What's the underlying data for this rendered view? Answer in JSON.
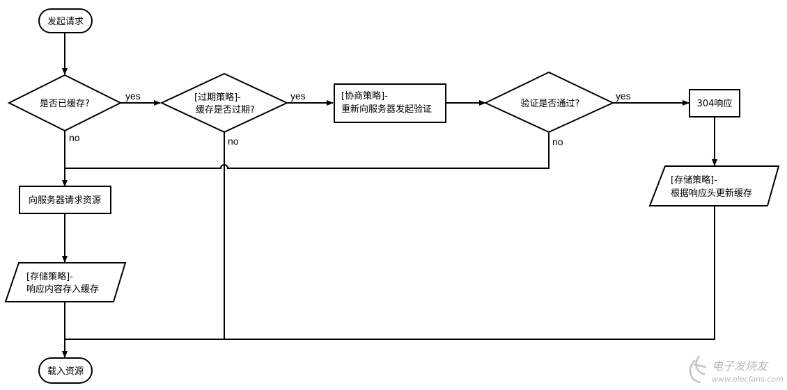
{
  "nodes": {
    "start": "发起请求",
    "is_cached": "是否已缓存?",
    "expire_1": "[过期策略]-",
    "expire_2": "缓存是否过期?",
    "negotiate_1": "[协商策略]-",
    "negotiate_2": "重新向服务器发起验证",
    "verify": "验证是否通过?",
    "resp_304": "304响应",
    "store_update_1": "[存储策略]-",
    "store_update_2": "根据响应头更新缓存",
    "request_resource": "向服务器请求资源",
    "store_resp_1": "[存储策略]-",
    "store_resp_2": "响应内容存入缓存",
    "load": "载入资源"
  },
  "edge_labels": {
    "yes": "yes",
    "no": "no"
  },
  "watermark": {
    "brand": "电子发烧友",
    "url": "www.elecfans.com"
  }
}
